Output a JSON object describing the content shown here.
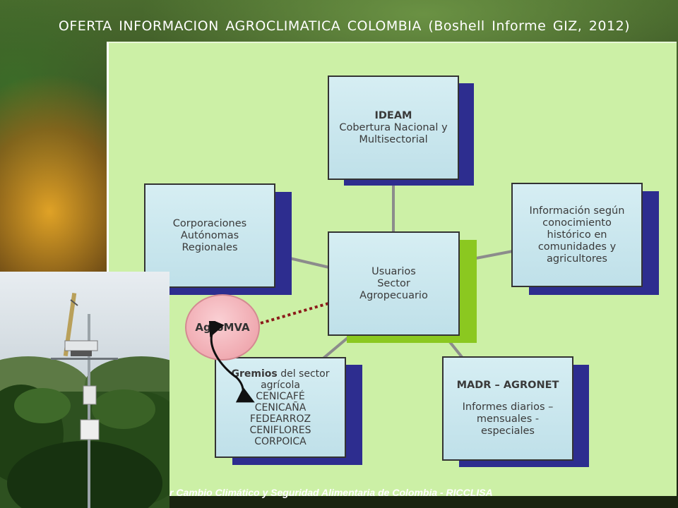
{
  "title": "OFERTA  INFORMACION  AGROCLIMATICA  COLOMBIA  (Boshell  Informe  GIZ, 2012)",
  "footer": "r Cambio Climático y Seguridad Alimentaria de Colombia - RICCLISA",
  "nodes": {
    "ideam": {
      "heading": "IDEAM",
      "line1": "Cobertura Nacional y",
      "line2": "Multisectorial"
    },
    "car": {
      "line1": "Corporaciones",
      "line2": "Autónomas",
      "line3": "Regionales"
    },
    "info": {
      "line1": "Información según",
      "line2": "conocimiento",
      "line3": "histórico en",
      "line4": "comunidades y",
      "line5": "agricultores"
    },
    "center": {
      "line1": "Usuarios",
      "line2": "Sector",
      "line3": "Agropecuario"
    },
    "gremios": {
      "heading": "Gremios",
      "heading_rest": " del sector",
      "line1": "agrícola",
      "items": [
        "CENICAFÉ",
        "CENICAÑA",
        "FEDEARROZ",
        "CENIFLORES",
        "CORPOICA"
      ]
    },
    "madr": {
      "heading": "MADR – AGRONET",
      "line1": "Informes diarios –",
      "line2": "mensuales -",
      "line3": "especiales"
    },
    "agromva": {
      "label": "AgroMVA"
    }
  },
  "colors": {
    "panel": "#ccf0a6",
    "box_shadow": "#2d2d8f",
    "center_shadow": "#8bc820",
    "connector": "#8c8c8c",
    "dotted": "#8b1a1a",
    "circle": "#f4b8bd"
  }
}
